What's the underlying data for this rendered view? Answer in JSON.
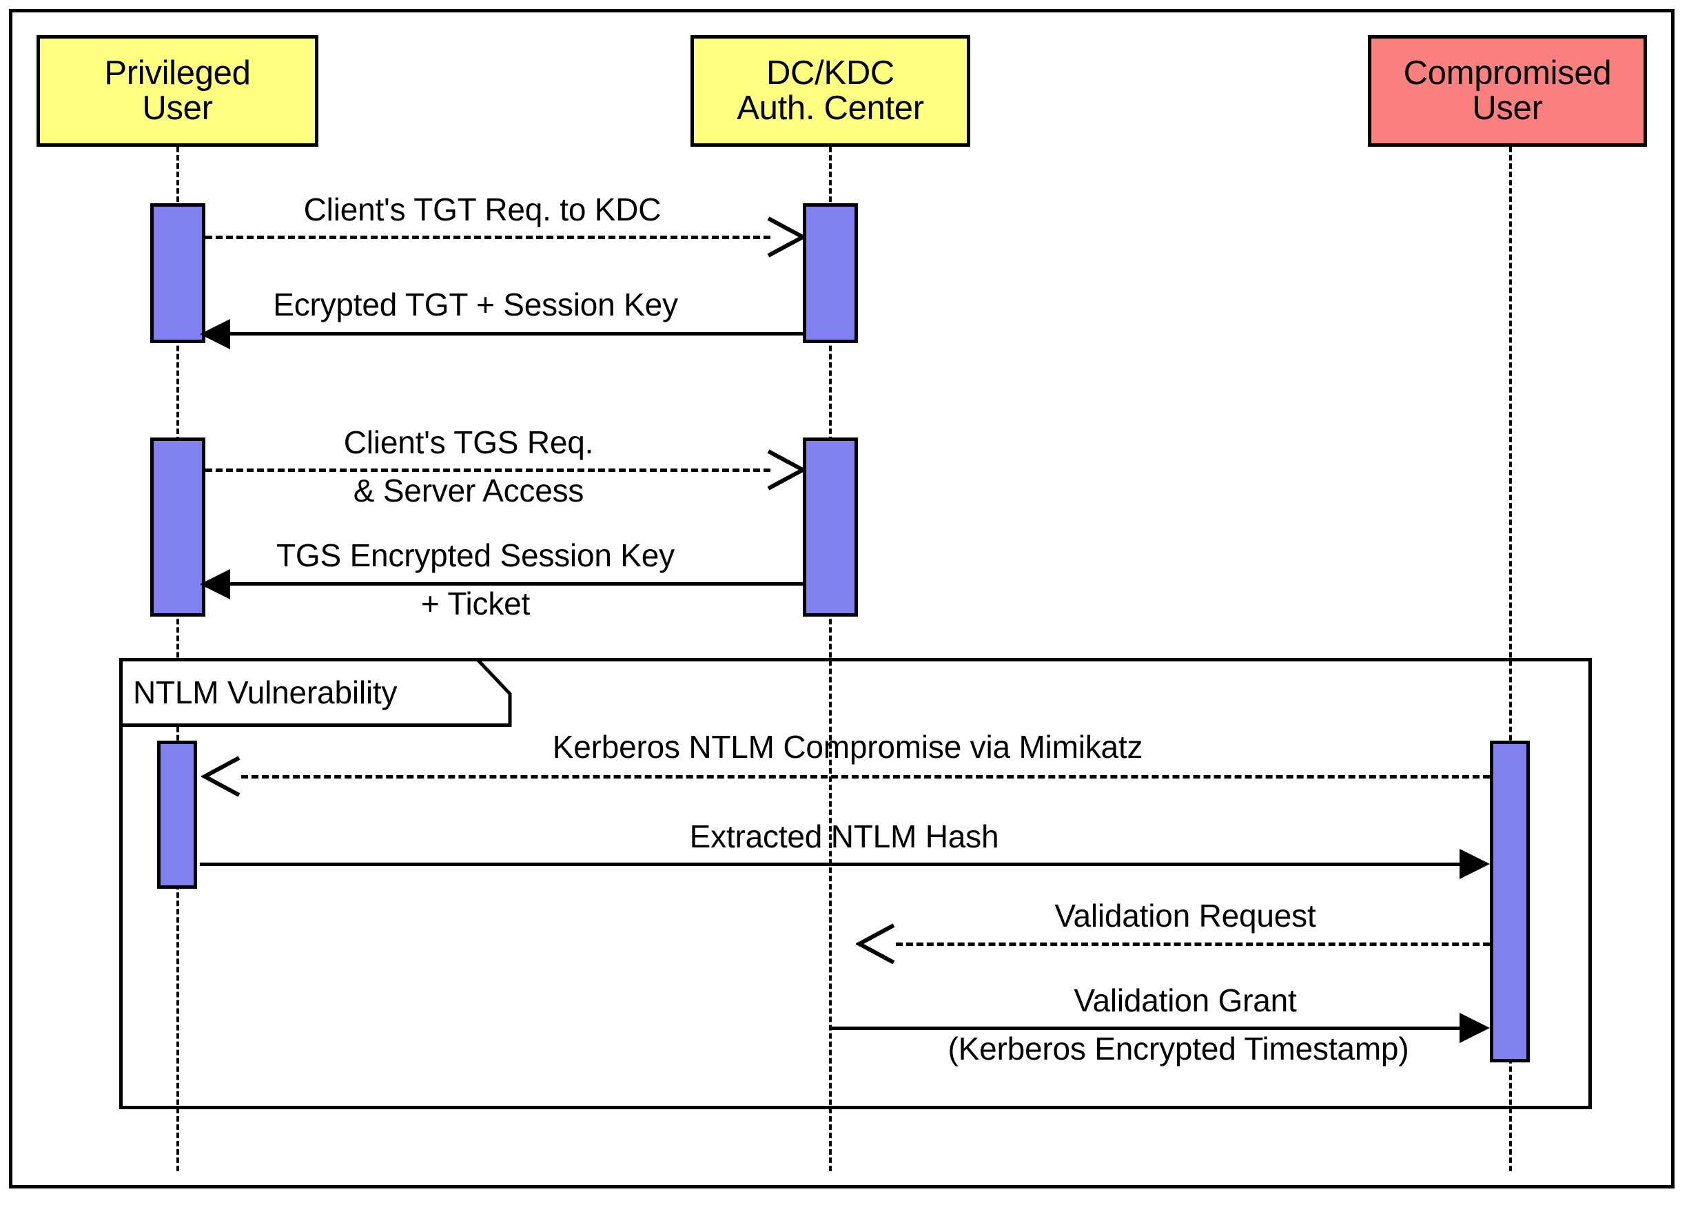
{
  "diagram": {
    "type": "uml-sequence-diagram",
    "title": "Kerberos NTLM Compromise Sequence",
    "colors": {
      "actor_normal": "#FFFF80",
      "actor_compromised": "#FA8080",
      "activation": "#8080F0",
      "line": "#000000",
      "background": "#FFFFFF"
    }
  },
  "participants": [
    {
      "id": "privileged-user",
      "line1": "Privileged",
      "line2": "User",
      "fill": "#FFFF80"
    },
    {
      "id": "dc-kdc",
      "line1": "DC/KDC",
      "line2": "Auth. Center",
      "fill": "#FFFF80"
    },
    {
      "id": "compromised-user",
      "line1": "Compromised",
      "line2": "User",
      "fill": "#FA8080"
    }
  ],
  "messages": [
    {
      "id": "tgt-request",
      "label_line1": "Client's TGT Req. to KDC",
      "label_line2": "",
      "from": "privileged-user",
      "to": "dc-kdc",
      "style": "dashed",
      "arrowhead": "open",
      "direction": "right"
    },
    {
      "id": "encrypted-tgt",
      "label_line1": "Ecrypted TGT + Session Key",
      "label_line2": "",
      "from": "dc-kdc",
      "to": "privileged-user",
      "style": "solid",
      "arrowhead": "filled",
      "direction": "left"
    },
    {
      "id": "tgs-request",
      "label_line1": "Client's TGS Req.",
      "label_line2": "& Server Access",
      "from": "privileged-user",
      "to": "dc-kdc",
      "style": "dashed",
      "arrowhead": "open",
      "direction": "right"
    },
    {
      "id": "tgs-session-key",
      "label_line1": "TGS Encrypted Session Key",
      "label_line2": "+ Ticket",
      "from": "dc-kdc",
      "to": "privileged-user",
      "style": "solid",
      "arrowhead": "filled",
      "direction": "left"
    },
    {
      "id": "ntlm-compromise",
      "label_line1": "Kerberos NTLM Compromise via Mimikatz",
      "label_line2": "",
      "from": "compromised-user",
      "to": "privileged-user",
      "style": "dashed",
      "arrowhead": "open",
      "direction": "left"
    },
    {
      "id": "extracted-ntlm-hash",
      "label_line1": "Extracted NTLM Hash",
      "label_line2": "",
      "from": "privileged-user",
      "to": "compromised-user",
      "style": "solid",
      "arrowhead": "filled",
      "direction": "right"
    },
    {
      "id": "validation-request",
      "label_line1": "Validation Request",
      "label_line2": "",
      "from": "compromised-user",
      "to": "dc-kdc",
      "style": "dashed",
      "arrowhead": "open",
      "direction": "left"
    },
    {
      "id": "validation-grant",
      "label_line1": "Validation Grant",
      "label_line2": "(Kerberos Encrypted Timestamp)",
      "from": "dc-kdc",
      "to": "compromised-user",
      "style": "solid",
      "arrowhead": "filled",
      "direction": "right"
    }
  ],
  "fragment": {
    "id": "ntlm-vulnerability",
    "label": "NTLM Vulnerability"
  }
}
